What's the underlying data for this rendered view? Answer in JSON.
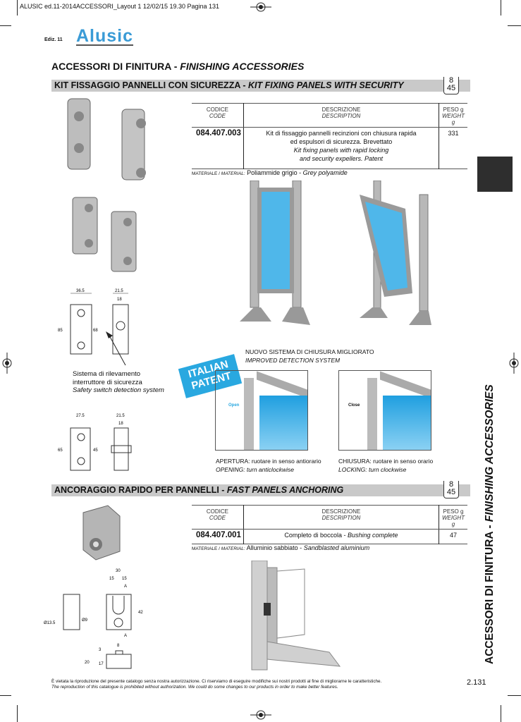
{
  "print_header": "ALUSIC ed.11-2014ACCESSORI_Layout 1  12/02/15  19.30  Pagina 131",
  "edition": "Ediz. 11",
  "logo": "Alusic",
  "page_title": {
    "it": "ACCESSORI DI FINITURA - ",
    "en": "FINISHING ACCESSORIES"
  },
  "side_title": "ACCESSORI DI FINITURA - FINISHING ACCESSORIES",
  "side_title_parts": {
    "it": "ACCESSORI DI FINITURA - ",
    "en": "FINISHING ACCESSORIES"
  },
  "sections": [
    {
      "title_it": "KIT FISSAGGIO PANNELLI CON SICUREZZA - ",
      "title_en": "KIT FIXING PANELS WITH SECURITY",
      "badge_top": "8",
      "badge_bottom": "45",
      "table": {
        "headers": {
          "code_it": "CODICE",
          "code_en": "CODE",
          "desc_it": "DESCRIZIONE",
          "desc_en": "DESCRIPTION",
          "weight_it": "PESO g",
          "weight_en": "WEIGHT g"
        },
        "rows": [
          {
            "code": "084.407.003",
            "desc_it1": "Kit di fissaggio pannelli recinzioni con chiusura rapida",
            "desc_it2": "ed espulsori di sicurezza. Brevettato",
            "desc_en1": "Kit fixing panels with rapid locking",
            "desc_en2": "and security expellers. Patent",
            "weight": "331"
          }
        ]
      },
      "material_label": "MATERIALE / ",
      "material_label_en": "MATERIAL:",
      "material_it": "Poliammide grigio - ",
      "material_en": "Grey polyamide"
    },
    {
      "title_it": "ANCORAGGIO RAPIDO PER PANNELLI - ",
      "title_en": "FAST PANELS ANCHORING",
      "badge_top": "8",
      "badge_bottom": "45",
      "table": {
        "headers": {
          "code_it": "CODICE",
          "code_en": "CODE",
          "desc_it": "DESCRIZIONE",
          "desc_en": "DESCRIPTION",
          "weight_it": "PESO g",
          "weight_en": "WEIGHT g"
        },
        "rows": [
          {
            "code": "084.407.001",
            "desc_it": "Completo di boccola - ",
            "desc_en": "Bushing complete",
            "weight": "47"
          }
        ]
      },
      "material_label": "MATERIALE / ",
      "material_label_en": "MATERIAL:",
      "material_it": "Alluminio sabbiato - ",
      "material_en": "Sandblasted aluminium"
    }
  ],
  "drawing1": {
    "dims": [
      "36.5",
      "21.5",
      "18",
      "85",
      "68"
    ]
  },
  "drawing2": {
    "dims": [
      "27.5",
      "21.5",
      "18",
      "65",
      "45"
    ]
  },
  "drawing3": {
    "dims": [
      "30",
      "15",
      "15",
      "A",
      "A",
      "42",
      "Ø9",
      "Ø13.5",
      "8",
      "3",
      "20",
      "17"
    ]
  },
  "safety_caption": {
    "it1": "Sistema di rilevamento",
    "it2": "interruttore di sicurezza",
    "en": "Safety switch detection system"
  },
  "patent_badge": {
    "line1": "ITALIAN",
    "line2": "PATENT"
  },
  "detection": {
    "it": "NUOVO SISTEMA DI CHIUSURA MIGLIORATO",
    "en": "IMPROVED DETECTION SYSTEM"
  },
  "open_label": "Open",
  "close_label": "Close",
  "opening": {
    "it_strong": "APERTURA",
    "it": ": ruotare in senso antiorario",
    "en_strong": "OPENING",
    "en": ": turn anticlockwise"
  },
  "locking": {
    "it_strong": "CHIUSURA",
    "it": ": ruotare in senso orario",
    "en_strong": "LOCKING",
    "en": ": turn clockwise"
  },
  "footer": {
    "it": "È vietata la riproduzione del presente catalogo senza nostra autorizzazione. Ci riserviamo di eseguire modifiche sui nostri prodotti al fine di migliorarne le caratteristiche.",
    "en": "The reproduction of this catalogue is prohibited without authorization. We could do some changes to our products in order to make better features."
  },
  "page_number": "2.131",
  "colors": {
    "bar": "#c9c9c9",
    "accent_blue": "#29a8e0",
    "tab": "#2e2e2e"
  }
}
